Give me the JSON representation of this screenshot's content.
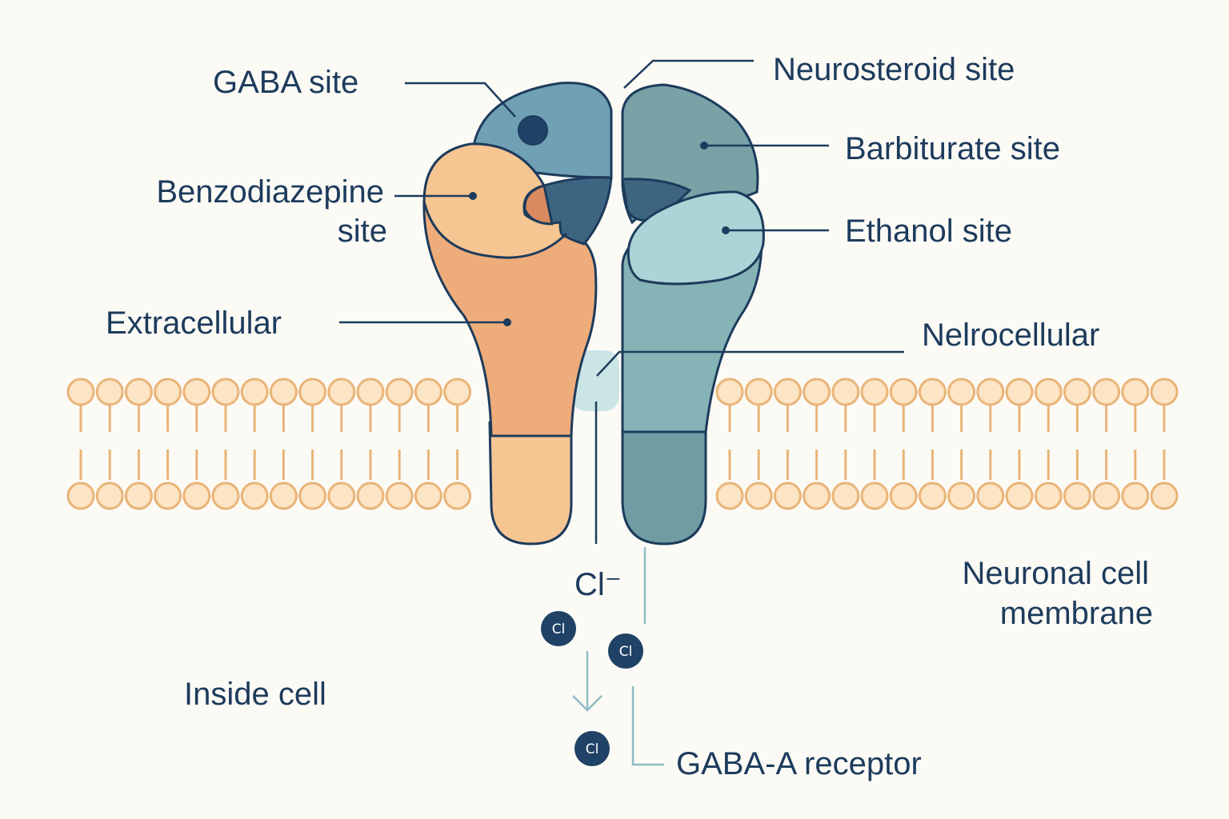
{
  "labels": {
    "gaba_site": "GABA site",
    "neurosteroid_site": "Neurosteroid site",
    "barbiturate_site": "Barbiturate site",
    "benzodiazepine_line1": "Benzodiazepine",
    "benzodiazepine_line2": "site",
    "ethanol_site": "Ethanol site",
    "extracellular": "Extracellular",
    "netrocellular": "Nelrocellular",
    "chloride_ion": "Cl⁻",
    "membrane_line1": "Neuronal cell",
    "membrane_line2": "membrane",
    "inside_cell": "Inside cell",
    "gaba_a_receptor": "GABA-A receptor"
  },
  "ions": [
    "Cl",
    "Cl",
    "Cl"
  ],
  "colors": {
    "text": "#1d3b5c",
    "left_subunit": "#eeac7a",
    "left_subunit_light": "#f5c592",
    "right_subunit": "#7aa6ab",
    "gaba_lobe": "#6fa0b4",
    "ethanol_lobe": "#acd4d6",
    "pocket": "#3d6581",
    "lipid": "#e9b478",
    "lipid_fill": "#fce4c4",
    "ion": "#1f4266"
  }
}
